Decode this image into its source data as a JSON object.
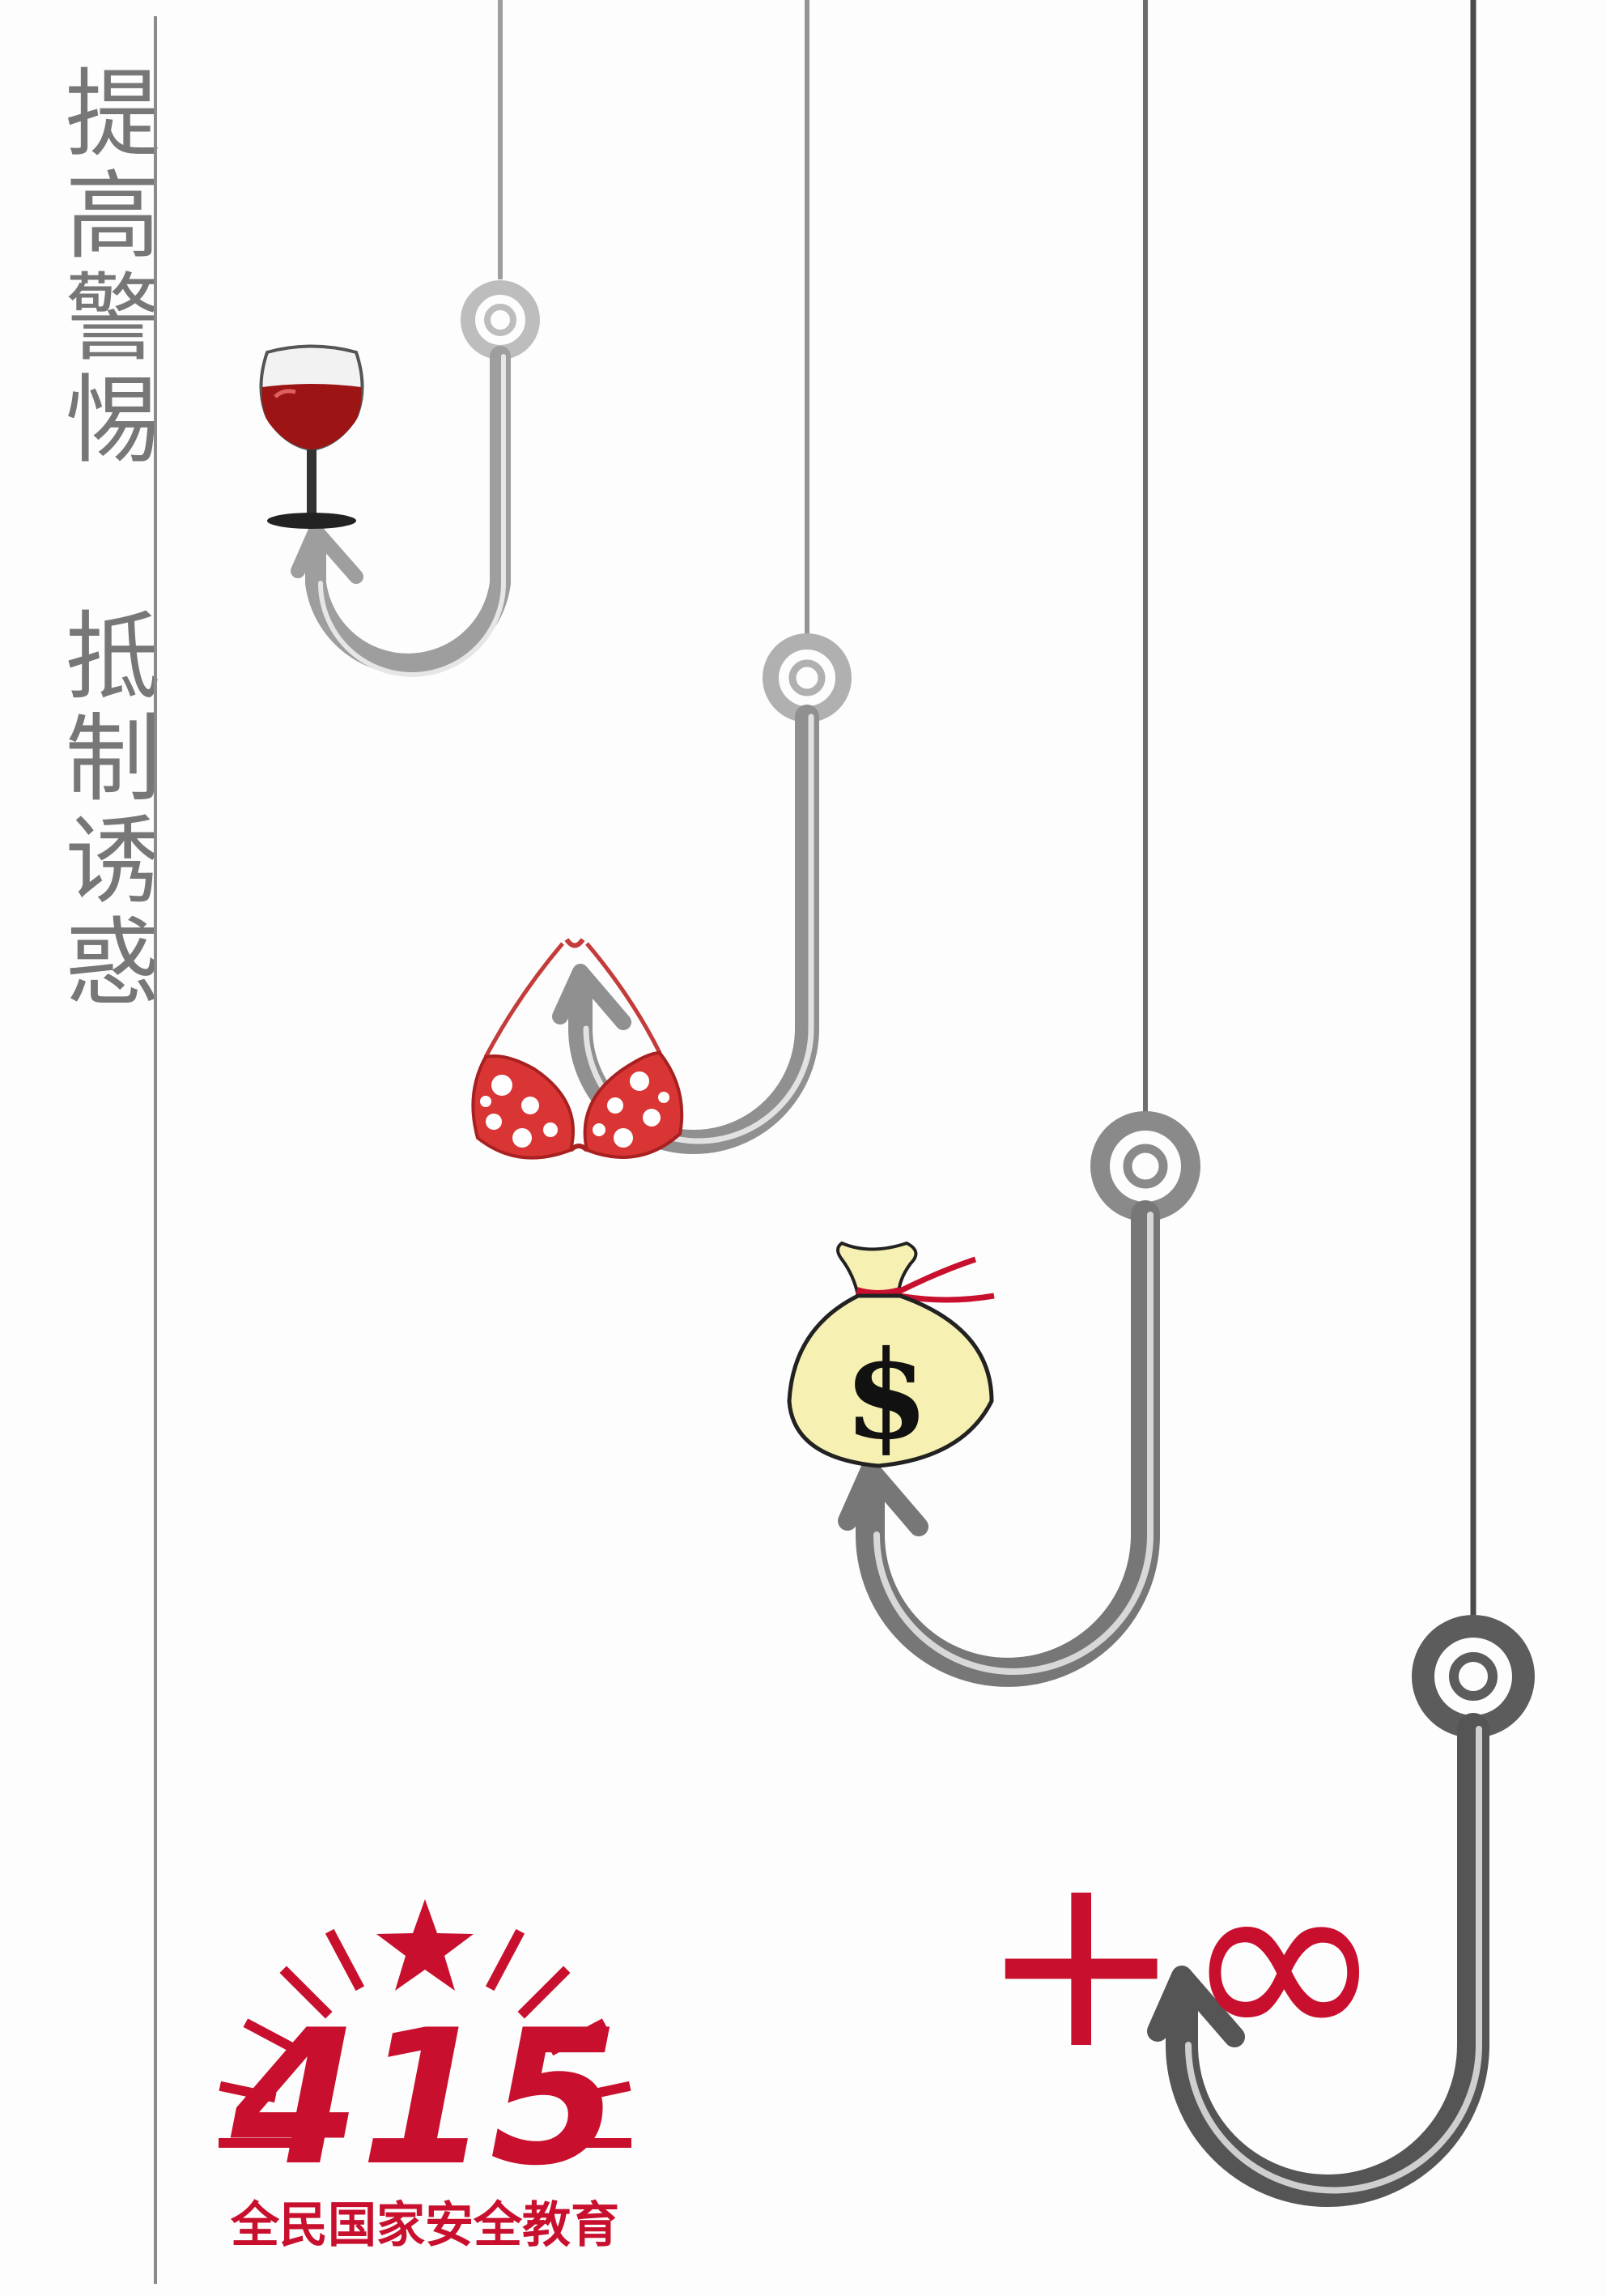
{
  "slogan": {
    "line1": "提高警惕",
    "line2": "抵制诱惑"
  },
  "logo": {
    "number": "415",
    "caption": "全民国家安全教育"
  },
  "bait": {
    "wine_glass": "wine-glass-icon",
    "bikini": "bikini-icon",
    "money_bag": "money-bag-icon",
    "money_symbol": "$",
    "infinity": "+∞"
  },
  "colors": {
    "accent_red": "#c8102e",
    "hook_gray": "#9a9a9a",
    "text_gray": "#777777",
    "bag_yellow": "#f6f0b2"
  }
}
